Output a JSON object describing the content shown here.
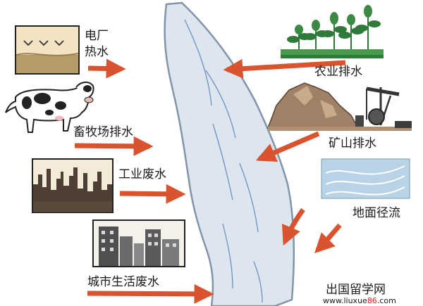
{
  "sources": {
    "power_plant": {
      "line1": "电厂",
      "line2": "热水"
    },
    "livestock": {
      "label": "畜牧场排水"
    },
    "industrial": {
      "label": "工业废水"
    },
    "urban": {
      "label": "城市生活废水"
    },
    "agriculture": {
      "label": "农业排水"
    },
    "mine": {
      "label": "矿山排水"
    },
    "runoff": {
      "label": "地面径流"
    }
  },
  "colors": {
    "arrow": "#d8532e",
    "river_fill": "#dde6ef",
    "river_edge": "#8294aa",
    "river_line": "#6f8fc2",
    "plant_green": "#2f7a3a",
    "watermark_accent": "#e0241b"
  },
  "icons": {
    "cow": "cow-illustration",
    "factory": "factory-silhouette",
    "city": "city-buildings",
    "crops": "crop-row",
    "mine": "mine-heap-pumpjack",
    "runoff": "runoff-wave-tile",
    "hot_water": "hot-water-panel"
  },
  "watermark": {
    "site": "出国留学网",
    "url_prefix": "www.liuxue",
    "url_accent": "86",
    "url_suffix": ".com"
  }
}
